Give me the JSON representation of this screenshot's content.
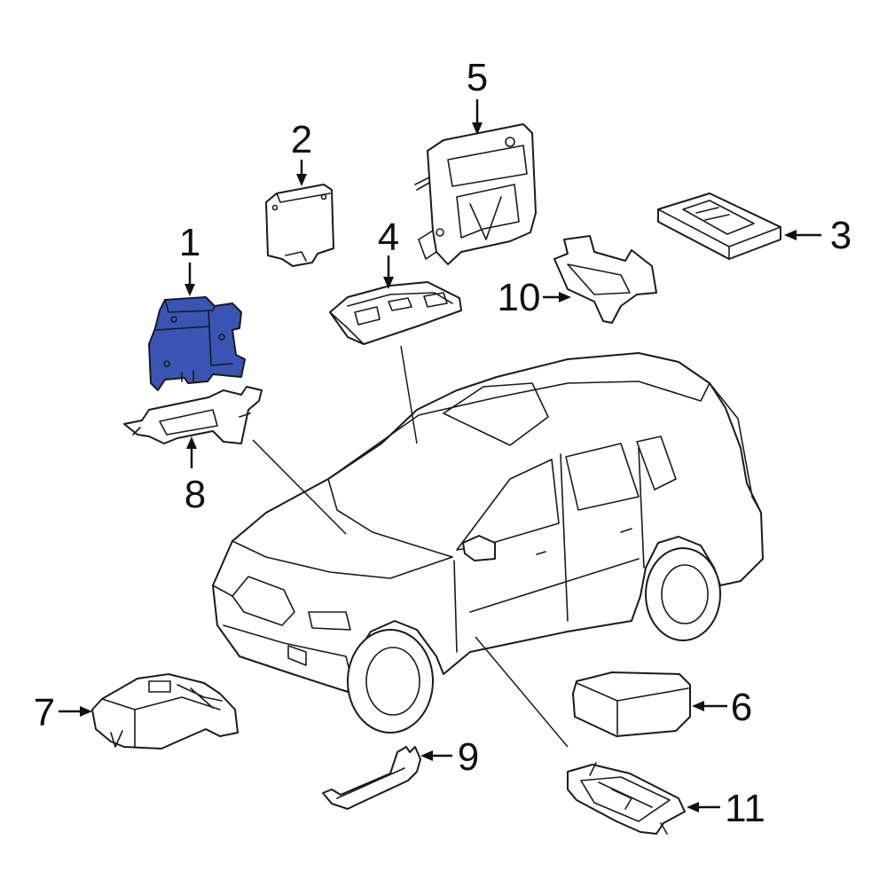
{
  "highlight_color": "#3a55b4",
  "parts": [
    {
      "number": "1",
      "highlighted": true
    },
    {
      "number": "2",
      "highlighted": false
    },
    {
      "number": "3",
      "highlighted": false
    },
    {
      "number": "4",
      "highlighted": false
    },
    {
      "number": "5",
      "highlighted": false
    },
    {
      "number": "6",
      "highlighted": false
    },
    {
      "number": "7",
      "highlighted": false
    },
    {
      "number": "8",
      "highlighted": false
    },
    {
      "number": "9",
      "highlighted": false
    },
    {
      "number": "10",
      "highlighted": false
    },
    {
      "number": "11",
      "highlighted": false
    }
  ]
}
